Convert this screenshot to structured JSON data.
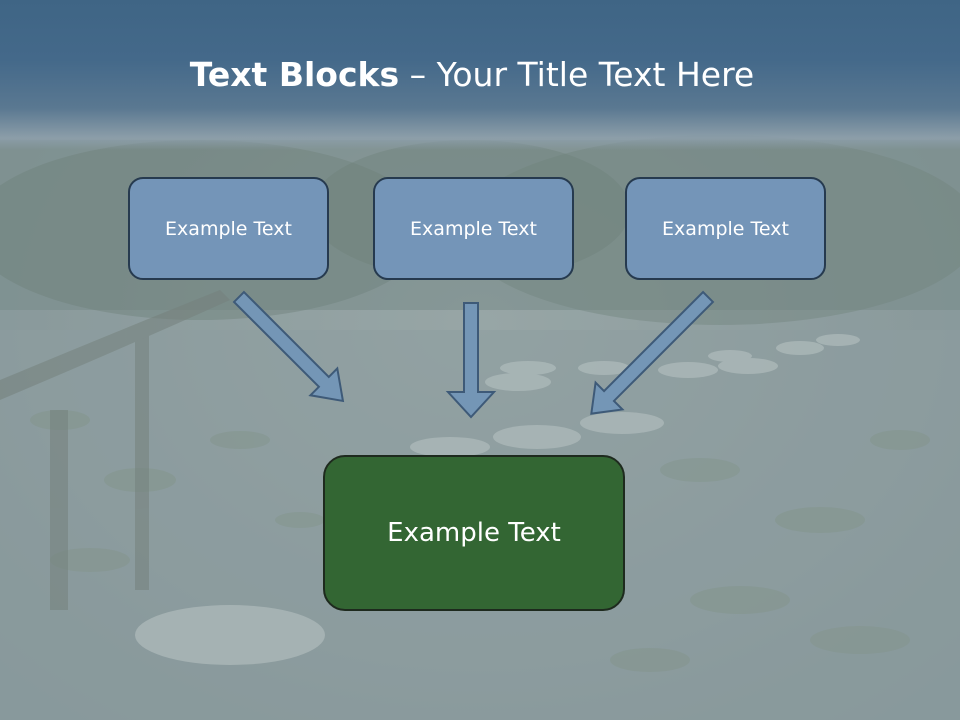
{
  "title": {
    "bold": "Text Blocks",
    "rest": " – Your Title Text Here"
  },
  "blocks": [
    {
      "label": "Example Text"
    },
    {
      "label": "Example Text"
    },
    {
      "label": "Example Text"
    }
  ],
  "main_block": {
    "label": "Example Text"
  },
  "colors": {
    "header": "#3f6585",
    "block_fill": "#7495b8",
    "main_fill": "#336633",
    "arrow_fill": "#7496b6",
    "arrow_stroke": "#3e5a78"
  },
  "background": {
    "description_icon": "pond-stepping-stones-photo"
  }
}
